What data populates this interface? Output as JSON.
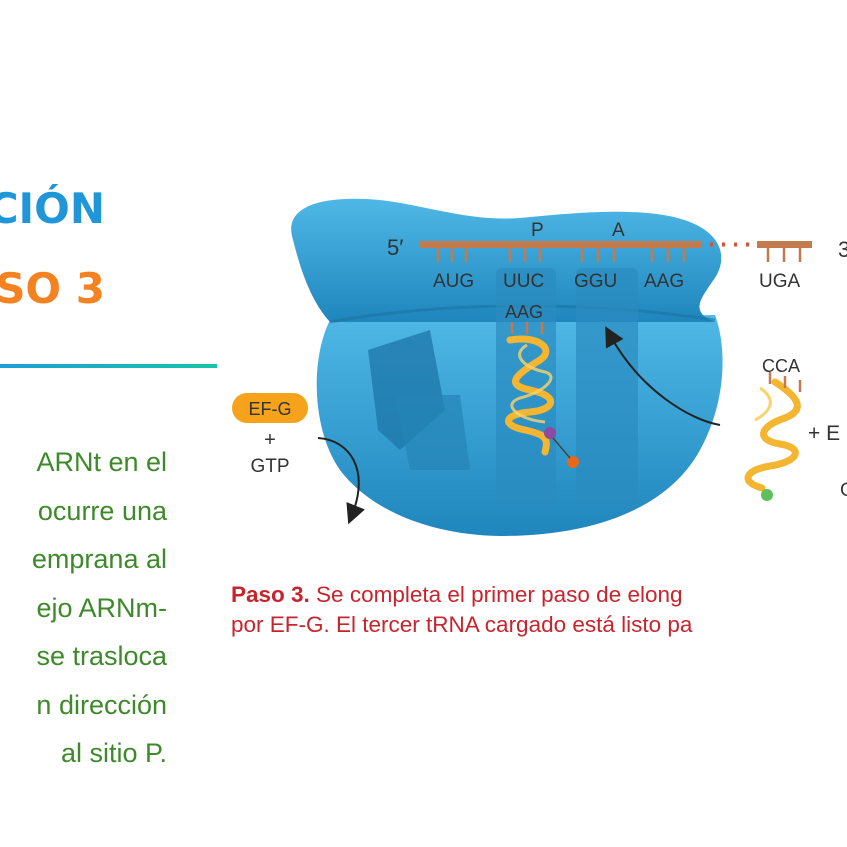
{
  "heading": {
    "line1": "CIÓN",
    "line2": "SO 3"
  },
  "body_lines": [
    "ARNt en el",
    "ocurre una",
    "emprana al",
    "ejo ARNm-",
    "se trasloca",
    "n dirección",
    "al sitio P."
  ],
  "diagram": {
    "five_prime": "5′",
    "three_prime": "3",
    "site_p": "P",
    "site_a": "A",
    "codons": [
      "AUG",
      "UUC",
      "GGU",
      "AAG"
    ],
    "stop_codon": "UGA",
    "anticodon": "AAG",
    "cca": "CCA",
    "efg": "EF-G",
    "plus": "+",
    "gtp": "GTP",
    "right_fragment": "+ E",
    "right_fragment2": "G"
  },
  "caption": {
    "label": "Paso 3.",
    "line1": " Se completa el primer paso de elong",
    "line2": "por EF-G. El tercer tRNA cargado está listo pa"
  },
  "colors": {
    "blue_heading": "#1e96d8",
    "orange_heading": "#f58220",
    "green_text": "#3d8a2a",
    "ribosome": "#2f9fd1",
    "caption_red": "#c8242e"
  }
}
